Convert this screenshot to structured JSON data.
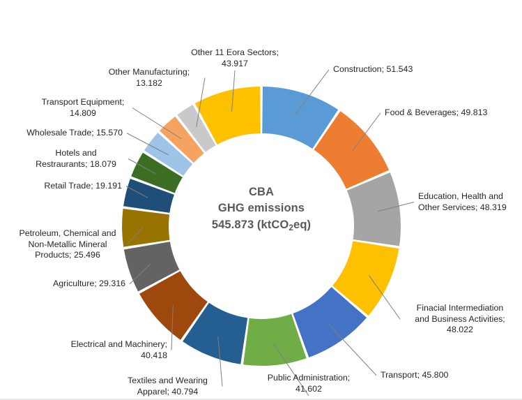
{
  "chart_data": {
    "type": "pie",
    "variant": "doughnut",
    "title": "CBA GHG emissions 545.873 (ktCO2eq)",
    "center_text": {
      "line1": "CBA",
      "line2": "GHG emissions",
      "line3_value": "545.873",
      "line3_unit_prefix": " (ktCO",
      "line3_unit_sub": "2",
      "line3_unit_suffix": "eq)"
    },
    "total": 545.873,
    "unit": "ktCO2eq",
    "value_separator": "; ",
    "legend": "none",
    "grid": false,
    "categories": [
      "Construction",
      "Food & Beverages",
      "Education, Health and Other Services",
      "Finacial Intermediation and Business Activities",
      "Transport",
      "Public Administration",
      "Textiles and Wearing Apparel",
      "Electrical and Machinery",
      "Agriculture",
      "Petroleum, Chemical and Non-Metallic Mineral Products",
      "Retail Trade",
      "Hotels and Restraurants",
      "Wholesale Trade",
      "Transport Equipment",
      "Other Manufacturing",
      "Other 11 Eora Sectors"
    ],
    "values": [
      51.543,
      49.813,
      48.319,
      48.022,
      45.8,
      41.602,
      40.794,
      40.418,
      29.316,
      25.496,
      19.191,
      18.079,
      15.57,
      14.809,
      13.182,
      43.917
    ],
    "colors": [
      "#5B9BD5",
      "#ED7D31",
      "#A5A5A5",
      "#FFC000",
      "#4472C4",
      "#70AD47",
      "#255E91",
      "#9E480E",
      "#636363",
      "#997300",
      "#1F4E79",
      "#3B6E22",
      "#9DC3E6",
      "#F4A460",
      "#C9C9C9",
      "#FFC000"
    ]
  },
  "labels": [
    {
      "text": "Construction; 51.543"
    },
    {
      "text": "Food & Beverages; 49.813"
    },
    {
      "text": "Education, Health and\nOther Services; 48.319"
    },
    {
      "text": "Finacial Intermediation\nand Business Activities;\n48.022"
    },
    {
      "text": "Transport; 45.800"
    },
    {
      "text": "Public Administration;\n41.602"
    },
    {
      "text": "Textiles and Wearing\nApparel; 40.794"
    },
    {
      "text": "Electrical and Machinery;\n40.418"
    },
    {
      "text": "Agriculture; 29.316"
    },
    {
      "text": "Petroleum, Chemical and\nNon-Metallic Mineral\nProducts; 25.496"
    },
    {
      "text": "Retail Trade; 19.191"
    },
    {
      "text": "Hotels and\nRestraurants; 18.079"
    },
    {
      "text": "Wholesale Trade; 15.570"
    },
    {
      "text": "Transport Equipment;\n14.809"
    },
    {
      "text": "Other Manufacturing;\n13.182"
    },
    {
      "text": "Other 11 Eora Sectors;\n43.917"
    }
  ]
}
